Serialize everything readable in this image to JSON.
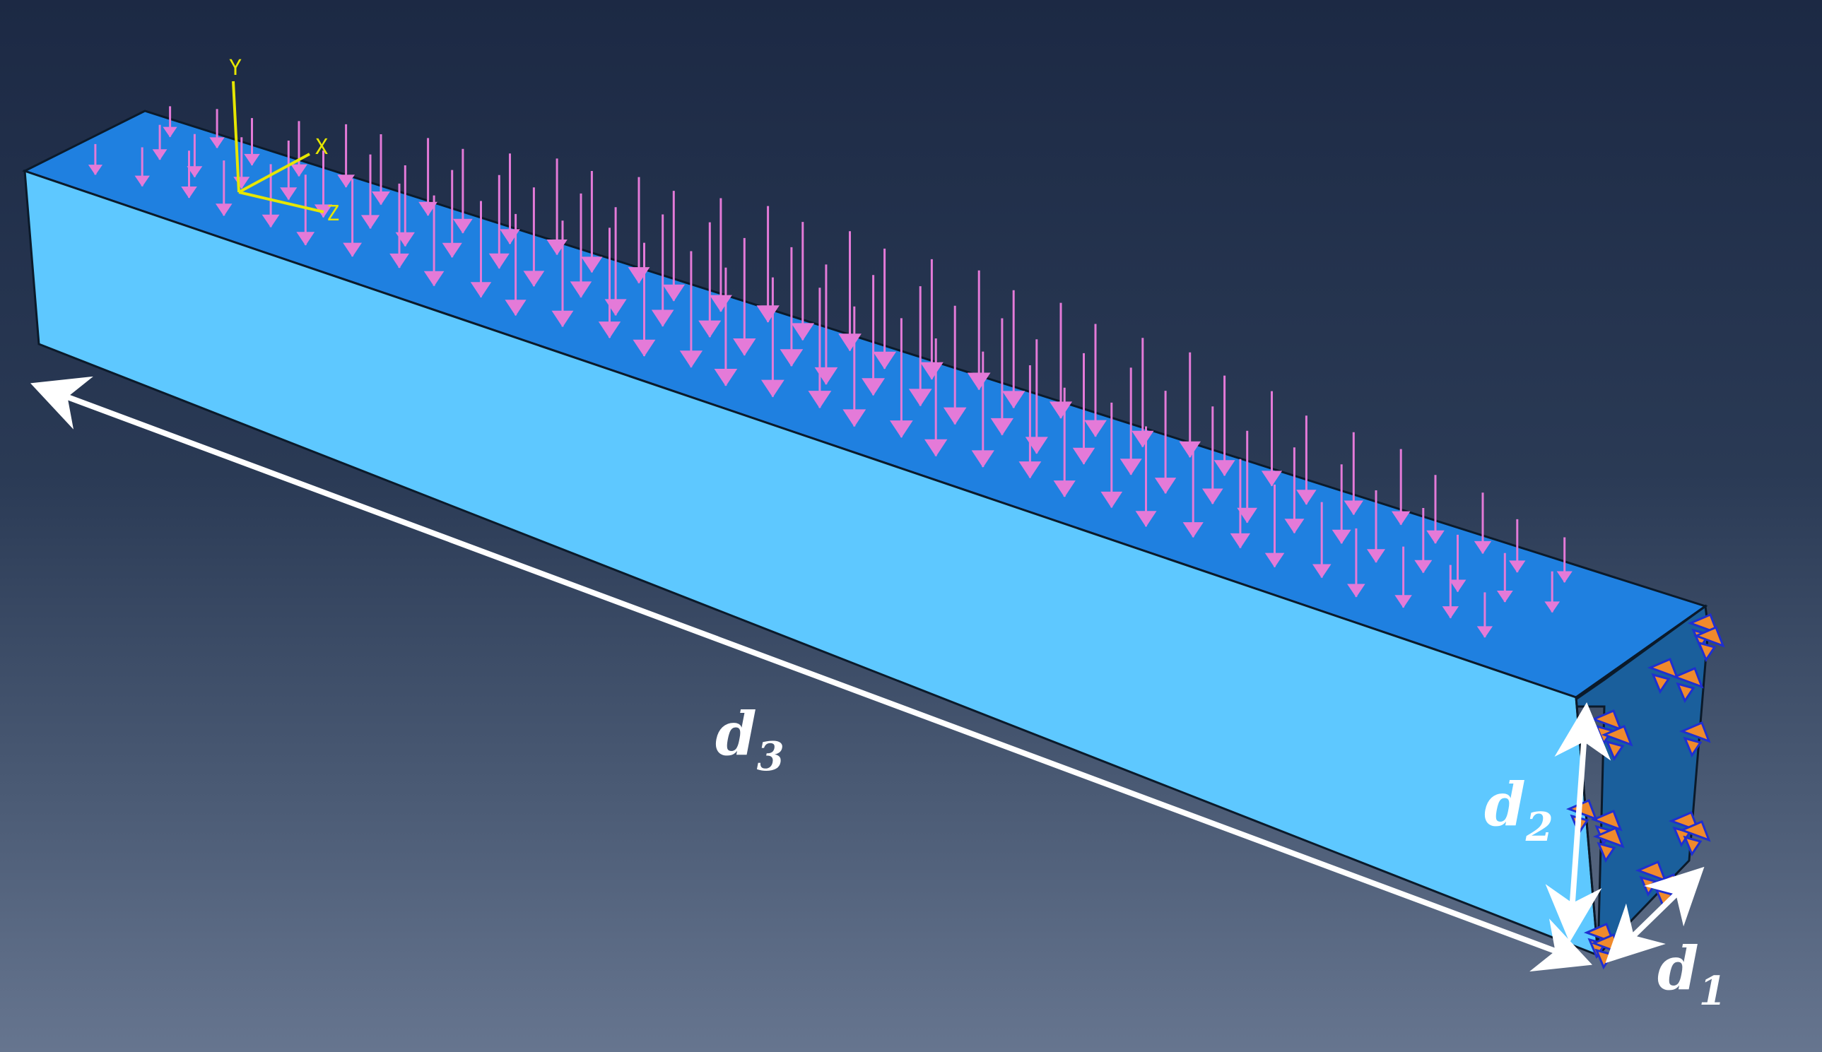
{
  "scene": {
    "faces": {
      "top": "#1f80e0",
      "front": "#5ec8ff",
      "end": "#1a5f9c",
      "outline": "#0b1a2a"
    },
    "load_arrow_color": "#e47ad8",
    "support_colors": {
      "primary": "#f08a2c",
      "secondary": "#1f2fd0"
    },
    "dimension_color": "#ffffff",
    "triad_color": "#e6e600"
  },
  "triad": {
    "y": "Y",
    "x": "X",
    "z": "Z"
  },
  "dimensions": {
    "d1": {
      "letter": "d",
      "sub": "1"
    },
    "d2": {
      "letter": "d",
      "sub": "2"
    },
    "d3": {
      "letter": "d",
      "sub": "3"
    }
  },
  "icons": {
    "load": "pressure-load-arrow-icon",
    "support": "encastre-boundary-condition-icon"
  }
}
